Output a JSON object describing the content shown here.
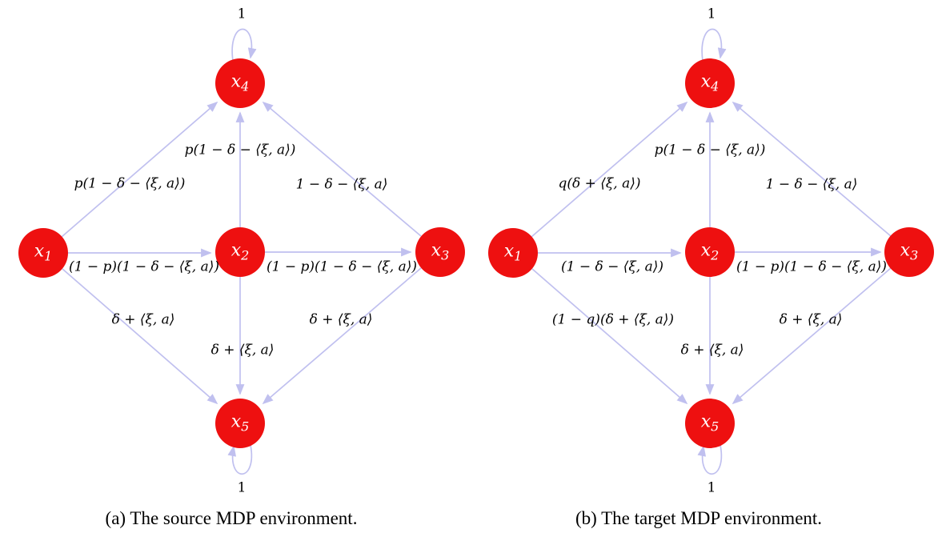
{
  "colors": {
    "node_fill": "#ee1010",
    "edge": "#c0c0ef",
    "node_label": "#ffffff",
    "edge_label": "#000000",
    "caption": "#000000",
    "background": "#ffffff"
  },
  "diagrams": [
    {
      "name": "source-mdp",
      "caption": "(a) The source MDP environment.",
      "nodes": [
        {
          "base": "x",
          "sub": "1"
        },
        {
          "base": "x",
          "sub": "2"
        },
        {
          "base": "x",
          "sub": "3"
        },
        {
          "base": "x",
          "sub": "4"
        },
        {
          "base": "x",
          "sub": "5"
        }
      ],
      "edge_labels": {
        "x1_x4": "p(1 − δ − ⟨ξ, a⟩)",
        "x2_x4": "p(1 − δ − ⟨ξ, a⟩)",
        "x3_x4": "1 − δ − ⟨ξ, a⟩",
        "x1_x2": "(1 − p)(1 − δ − ⟨ξ, a⟩)",
        "x2_x3": "(1 − p)(1 − δ − ⟨ξ, a⟩)",
        "x1_x5": "δ + ⟨ξ, a⟩",
        "x2_x5": "δ + ⟨ξ, a⟩",
        "x3_x5": "δ + ⟨ξ, a⟩",
        "x4_loop": "1",
        "x5_loop": "1"
      }
    },
    {
      "name": "target-mdp",
      "caption": "(b) The target MDP environment.",
      "nodes": [
        {
          "base": "x",
          "sub": "1"
        },
        {
          "base": "x",
          "sub": "2"
        },
        {
          "base": "x",
          "sub": "3"
        },
        {
          "base": "x",
          "sub": "4"
        },
        {
          "base": "x",
          "sub": "5"
        }
      ],
      "edge_labels": {
        "x1_x4": "q(δ + ⟨ξ, a⟩)",
        "x2_x4": "p(1 − δ − ⟨ξ, a⟩)",
        "x3_x4": "1 − δ − ⟨ξ, a⟩",
        "x1_x2": "(1 − δ − ⟨ξ, a⟩)",
        "x2_x3": "(1 − p)(1 − δ − ⟨ξ, a⟩)",
        "x1_x5": "(1 − q)(δ + ⟨ξ, a⟩)",
        "x2_x5": "δ + ⟨ξ, a⟩",
        "x3_x5": "δ + ⟨ξ, a⟩",
        "x4_loop": "1",
        "x5_loop": "1"
      }
    }
  ]
}
